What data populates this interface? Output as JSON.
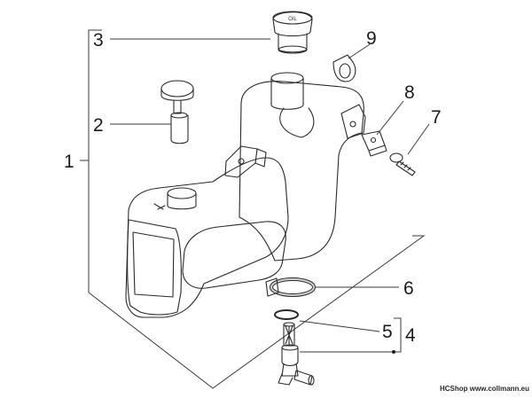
{
  "callouts": [
    {
      "label": "1"
    },
    {
      "label": "2"
    },
    {
      "label": "3"
    },
    {
      "label": "4"
    },
    {
      "label": "5"
    },
    {
      "label": "6"
    },
    {
      "label": "7"
    },
    {
      "label": "8"
    },
    {
      "label": "9"
    }
  ],
  "cap_text": "OIL",
  "watermark": "HCShop www.collmann.eu"
}
